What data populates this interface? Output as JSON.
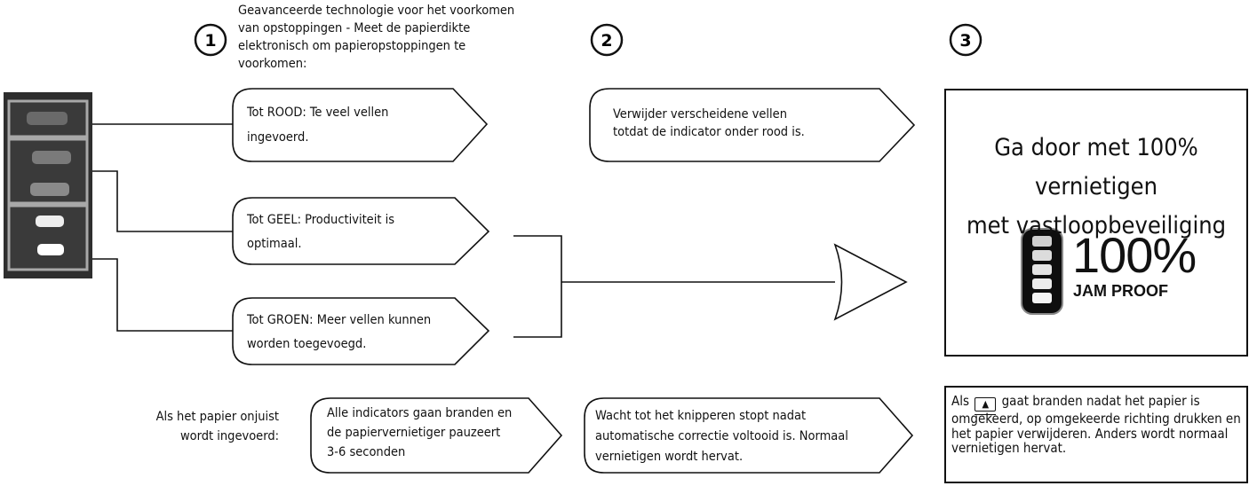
{
  "steps": [
    {
      "number": "1"
    },
    {
      "number": "2"
    },
    {
      "number": "3"
    }
  ],
  "intro_text": "Geavanceerde technologie voor het voorkomen van opstoppingen - Meet de papierdikte elektronisch om papieropstoppingen te voorkomen:",
  "column1": {
    "red_line1": "Tot ROOD: Te veel vellen",
    "red_line2": "ingevoerd.",
    "yellow_line1": "Tot GEEL: Productiviteit is",
    "yellow_line2": "optimaal.",
    "green_line1": "Tot GROEN: Meer vellen kunnen",
    "green_line2": "worden toegevoegd."
  },
  "column2": {
    "red_line1": "Verwijder verscheidene vellen",
    "red_line2": "totdat de indicator onder rood is."
  },
  "result": {
    "line1": "Ga door met 100% vernietigen",
    "line2": "met vastloopbeveiliging",
    "percent": "100%",
    "jam_proof": "JAM PROOF"
  },
  "misfeed": {
    "label_line1": "Als het papier onjuist",
    "label_line2": "wordt ingevoerd:",
    "step1_line1": "Alle indicators gaan branden en",
    "step1_line2": "de papiervernietiger pauzeert",
    "step1_line3": "3-6 seconden",
    "step2_line1": "Wacht tot het knipperen stopt nadat",
    "step2_line2": "automatische correctie voltooid is. Normaal",
    "step2_line3": "vernietigen wordt hervat.",
    "note_before": "Als",
    "note_after": "gaat branden nadat het papier is omgekeerd, op omgekeerde richting drukken en het papier verwijderen. Anders wordt normaal vernietigen hervat."
  },
  "icons": [
    "numbered-circle-icon",
    "indicator-panel-icon",
    "arrow-icon",
    "jam-proof-meter-icon",
    "reverse-icon"
  ]
}
